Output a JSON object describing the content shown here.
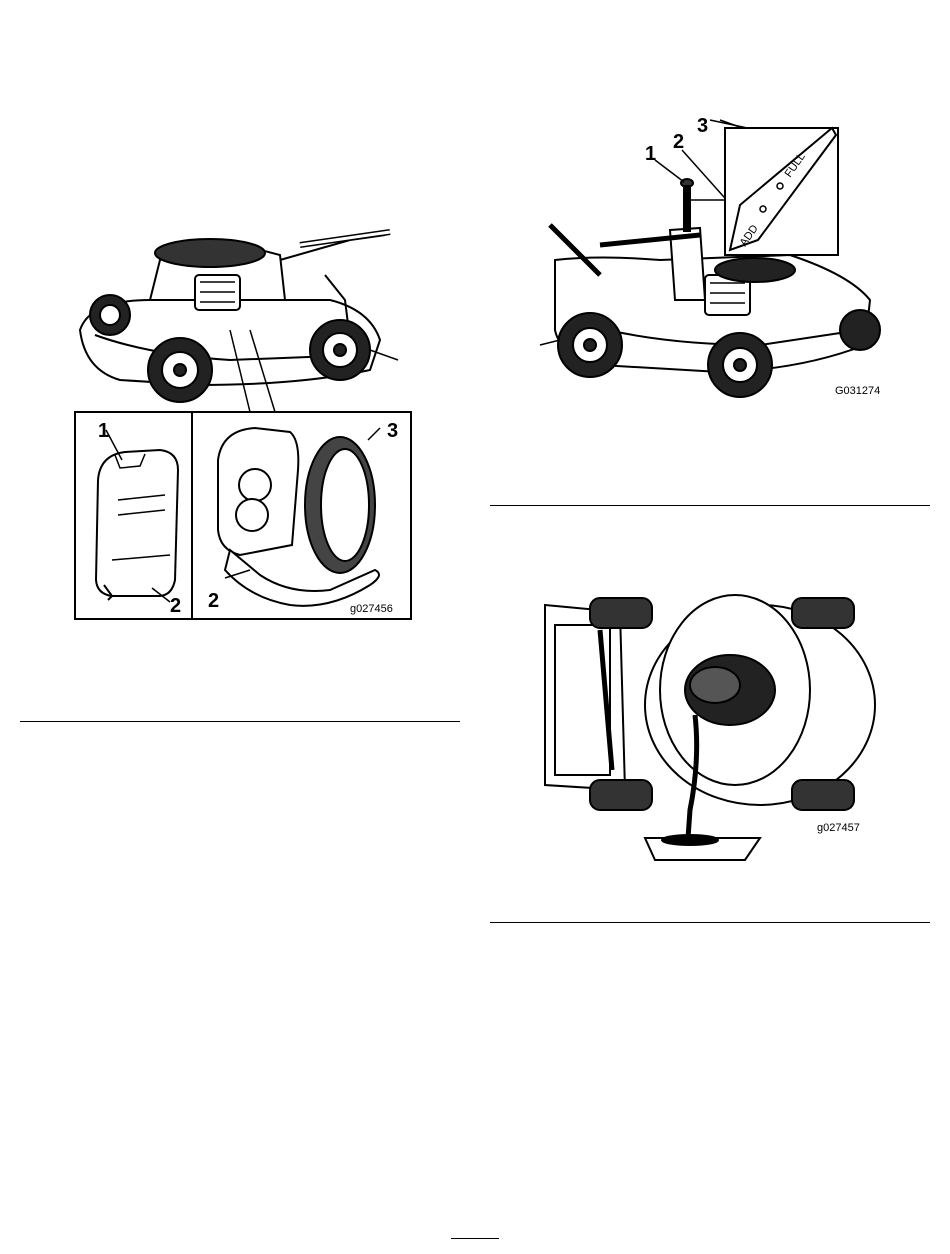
{
  "figure_air_filter": {
    "callouts": [
      "1",
      "2",
      "2",
      "3"
    ],
    "code": "g027456"
  },
  "figure_oil_level": {
    "callouts": [
      "1",
      "2",
      "3"
    ],
    "dipstick_labels": {
      "add": "ADD",
      "full": "FULL"
    },
    "code": "G031274"
  },
  "figure_oil_drain": {
    "code": "g027457"
  },
  "icons": [
    "mower-side-view",
    "air-filter-cover",
    "air-filter-element",
    "dipstick",
    "mower-underside-drain"
  ]
}
